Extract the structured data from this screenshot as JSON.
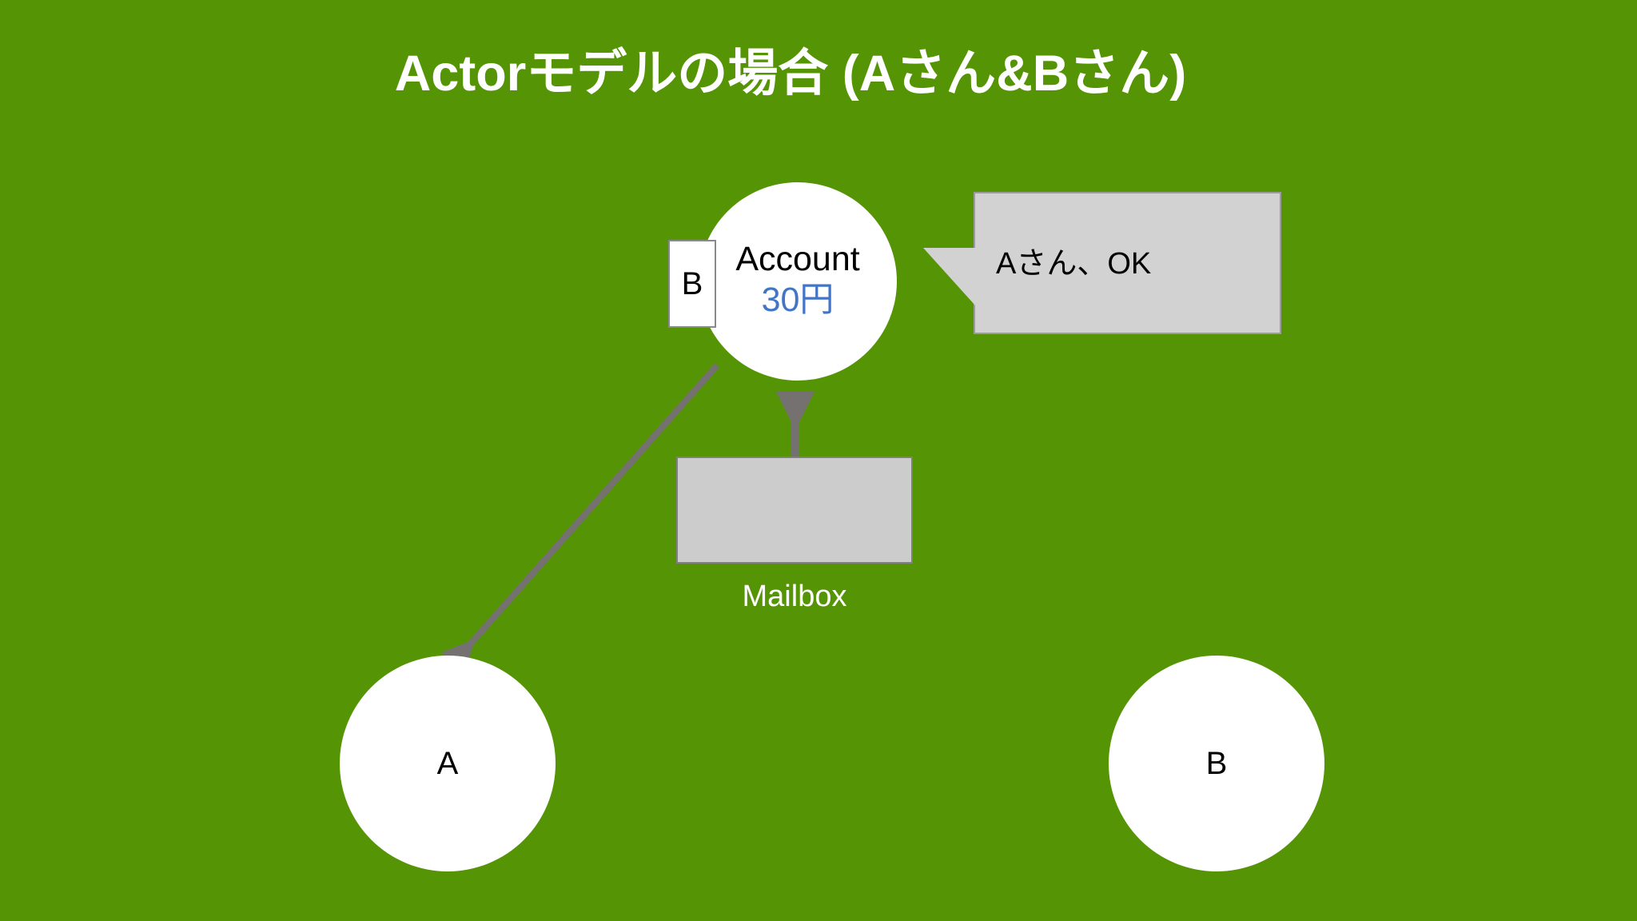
{
  "slide": {
    "background_color": "#549405",
    "title": "Actorモデルの場合 (Aさん&Bさん)"
  },
  "account_actor": {
    "name": "Account",
    "balance": "30円",
    "name_color": "#000000",
    "balance_color": "#4274c8",
    "fill_color": "#ffffff"
  },
  "pending_message": {
    "label": "B",
    "fill_color": "#ffffff",
    "border_color": "#8a8a8a"
  },
  "speech_bubble": {
    "text": "Aさん、OK",
    "fill_color": "#d2d2d2",
    "border_color": "#9b9b9b",
    "text_color": "#000000"
  },
  "mailbox": {
    "label": "Mailbox",
    "fill_color": "#cccccc",
    "border_color": "#808080",
    "label_color": "#ffffff"
  },
  "arrows": {
    "mailbox_to_account": "arrow-up-icon",
    "account_to_actor_a": "arrow-down-left-icon",
    "color": "#767171"
  },
  "actors": [
    {
      "label": "A",
      "fill_color": "#ffffff",
      "label_color": "#000000"
    },
    {
      "label": "B",
      "fill_color": "#ffffff",
      "label_color": "#000000"
    }
  ]
}
